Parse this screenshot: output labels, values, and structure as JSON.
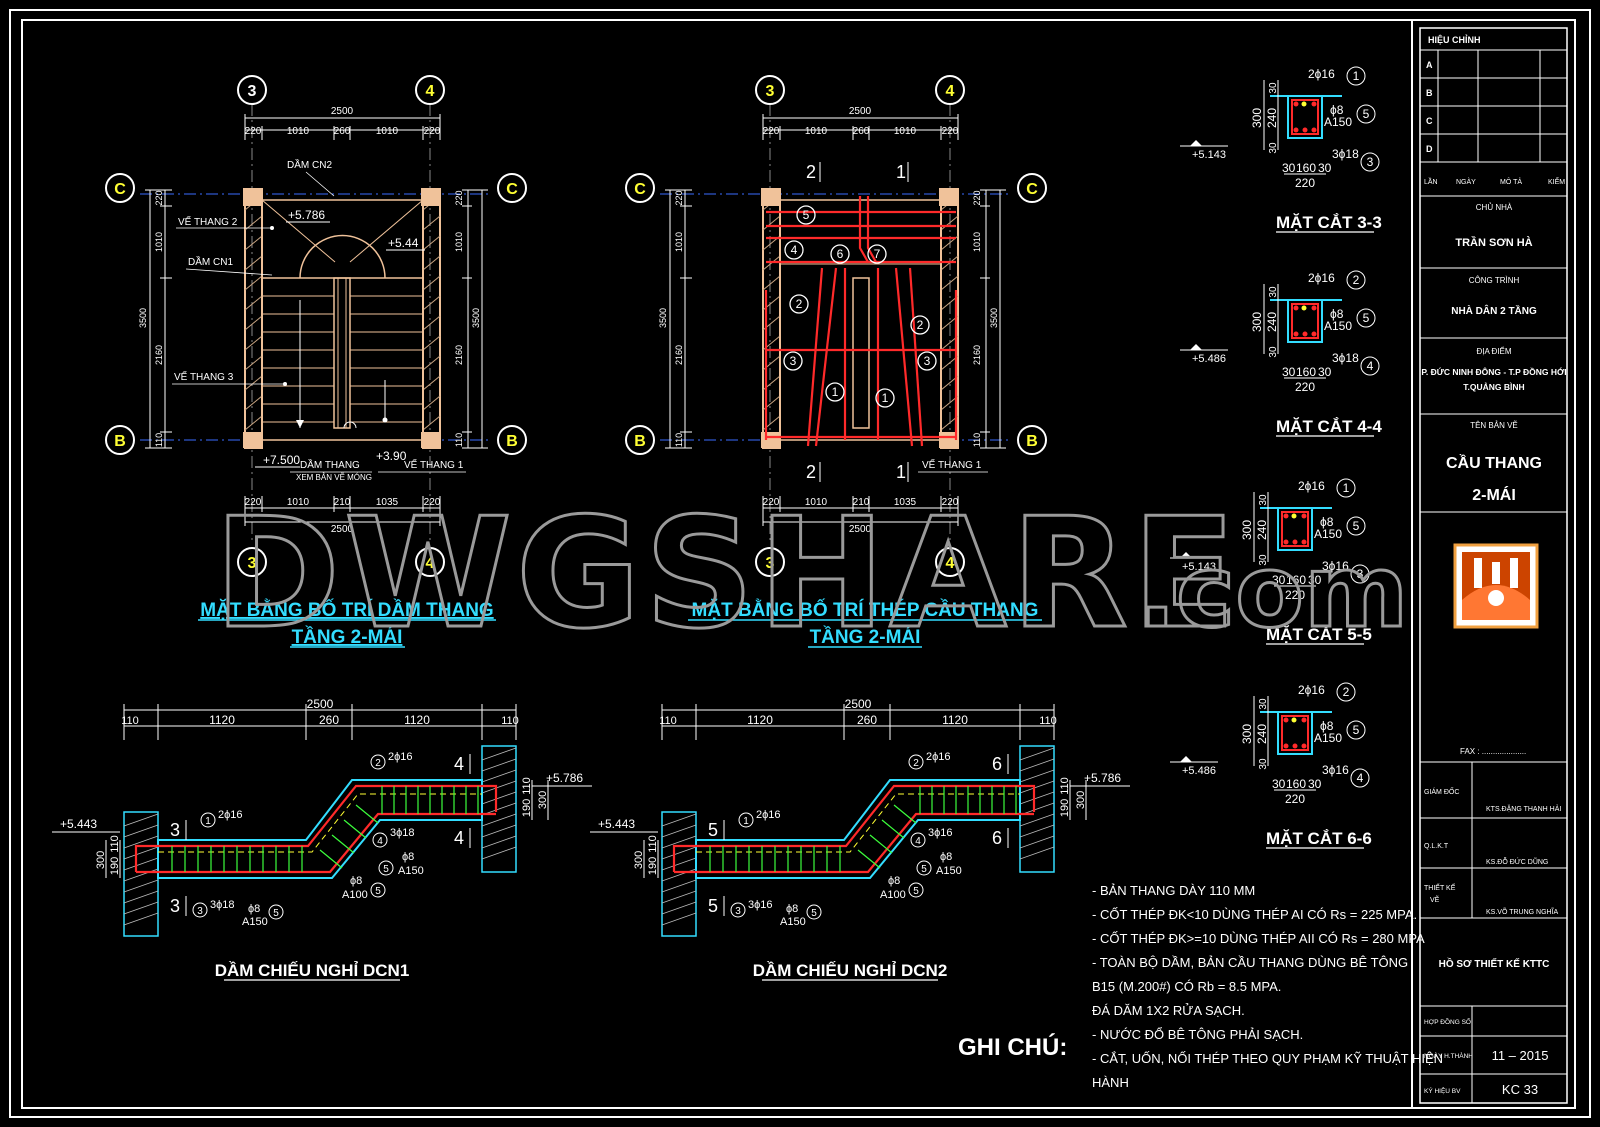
{
  "watermark": {
    "text": "DWGSHARE",
    "suffix": ".com"
  },
  "plan_left": {
    "title_line1": "MẶT BẰNG BỐ TRÍ DẦM THANG",
    "title_line2": "TẦNG 2-MÁI",
    "dim_total_top": "2500",
    "dims_top": [
      "220",
      "1010",
      "260",
      "1010",
      "220"
    ],
    "dim_total_bottom": "2500",
    "dims_bottom": [
      "220",
      "1010",
      "210",
      "1035",
      "220"
    ],
    "dims_left": [
      "220",
      "1010",
      "2160",
      "110"
    ],
    "dim_left_total": "3500",
    "dims_right": [
      "220",
      "1010",
      "2160",
      "110"
    ],
    "dim_right_total": "3500",
    "labels": {
      "dam_cn2": "DẦM CN2",
      "ve_thang2": "VẾ THANG 2",
      "dam_cn1": "DẦM CN1",
      "ve_thang3": "VẾ THANG 3",
      "dam_thang": "DẦM THANG",
      "xem_ban_ve": "XEM BẢN VẼ MÓNG",
      "ve_thang1": "VẾ THANG 1"
    },
    "levels": [
      "+5.786",
      "+5.44",
      "+7.500",
      "+3.90"
    ]
  },
  "plan_right": {
    "title_line1": "MẶT BẰNG BỐ TRÍ THÉP CẦU THANG",
    "title_line2": "TẦNG 2-MÁI",
    "dim_total_top": "2500",
    "dims_top": [
      "220",
      "1010",
      "260",
      "1010",
      "220"
    ],
    "dim_total_bottom": "2500",
    "dims_bottom": [
      "220",
      "1010",
      "210",
      "1035",
      "220"
    ],
    "dims_left": [
      "220",
      "1010",
      "2160",
      "110"
    ],
    "dim_left_total": "3500",
    "dims_right": [
      "220",
      "1010",
      "2160",
      "110"
    ],
    "dim_right_total": "3500",
    "section_marks": [
      "2",
      "1",
      "2",
      "1"
    ],
    "ve_thang1": "VẾ THANG 1",
    "bars": [
      "5",
      "4",
      "6",
      "7",
      "2",
      "2",
      "3",
      "3",
      "1",
      "1"
    ]
  },
  "grid": {
    "col_a": "3",
    "col_b": "4",
    "row_top": "C",
    "row_bottom": "B"
  },
  "sections": [
    {
      "title": "MẶT CẮT 3-3",
      "top_bar": "2ϕ16",
      "top_mark": "1",
      "stirrup": "ϕ8",
      "spacing": "A150",
      "st_mark": "5",
      "bot_bar": "3ϕ18",
      "bot_mark": "3",
      "level": "+5.143",
      "h": [
        "300",
        "240",
        "30",
        "30"
      ],
      "w": [
        "30",
        "160",
        "30"
      ],
      "w_total": "220"
    },
    {
      "title": "MẶT CẮT 4-4",
      "top_bar": "2ϕ16",
      "top_mark": "2",
      "stirrup": "ϕ8",
      "spacing": "A150",
      "st_mark": "5",
      "bot_bar": "3ϕ18",
      "bot_mark": "4",
      "level": "+5.486",
      "h": [
        "300",
        "240",
        "30",
        "30"
      ],
      "w": [
        "30",
        "160",
        "30"
      ],
      "w_total": "220"
    },
    {
      "title": "MẶT CẮT 5-5",
      "top_bar": "2ϕ16",
      "top_mark": "1",
      "stirrup": "ϕ8",
      "spacing": "A150",
      "st_mark": "5",
      "bot_bar": "3ϕ16",
      "bot_mark": "3",
      "level": "+5.143",
      "h": [
        "300",
        "240",
        "30",
        "30"
      ],
      "w": [
        "30",
        "160",
        "30"
      ],
      "w_total": "220"
    },
    {
      "title": "MẶT CẮT 6-6",
      "top_bar": "2ϕ16",
      "top_mark": "2",
      "stirrup": "ϕ8",
      "spacing": "A150",
      "st_mark": "5",
      "bot_bar": "3ϕ16",
      "bot_mark": "4",
      "level": "+5.486",
      "h": [
        "300",
        "240",
        "30",
        "30"
      ],
      "w": [
        "30",
        "160",
        "30"
      ],
      "w_total": "220"
    }
  ],
  "beams": [
    {
      "title": "DẦM CHIẾU NGHỈ DCN1",
      "dim_total": "2500",
      "dims": [
        "110",
        "1120",
        "260",
        "1120",
        "110"
      ],
      "sec_a": "3",
      "sec_b": "4",
      "top_bar": "2ϕ16",
      "top_mark": "2",
      "bar1": "2ϕ16",
      "bar1_mark": "1",
      "bar3": "3ϕ18",
      "bar3_mark": "3",
      "bar4": "3ϕ18",
      "bar4_mark": "4",
      "st1": "ϕ8",
      "st1_sp": "A100",
      "st2": "ϕ8",
      "st2_sp": "A150",
      "st_mark": "5",
      "level_left": "+5.443",
      "level_right": "+5.786",
      "h_left": [
        "300",
        "190",
        "110"
      ],
      "h_right": [
        "190",
        "110",
        "300"
      ]
    },
    {
      "title": "DẦM CHIẾU NGHỈ DCN2",
      "dim_total": "2500",
      "dims": [
        "110",
        "1120",
        "260",
        "1120",
        "110"
      ],
      "sec_a": "5",
      "sec_b": "6",
      "top_bar": "2ϕ16",
      "top_mark": "2",
      "bar1": "2ϕ16",
      "bar1_mark": "1",
      "bar3": "3ϕ16",
      "bar3_mark": "3",
      "bar4": "3ϕ16",
      "bar4_mark": "4",
      "st1": "ϕ8",
      "st1_sp": "A100",
      "st2": "ϕ8",
      "st2_sp": "A150",
      "st_mark": "5",
      "level_left": "+5.443",
      "level_right": "+5.786",
      "h_left": [
        "300",
        "190",
        "110"
      ],
      "h_right": [
        "190",
        "110",
        "300"
      ]
    }
  ],
  "notes": {
    "title": "GHI CHÚ:",
    "lines": [
      "- BẢN THANG DÀY 110 MM",
      "- CỐT THÉP ĐK<10 DÙNG THÉP AI CÓ Rs = 225 MPA.",
      "- CỐT THÉP ĐK>=10 DÙNG THÉP AII CÓ Rs = 280 MPA",
      "- TOÀN BỘ DẦM, BẢN CẦU THANG DÙNG BÊ TÔNG",
      "B15 (M.200#) CÓ Rb = 8.5 MPA.",
      "ĐÁ DĂM 1X2 RỬA SẠCH.",
      "- NƯỚC ĐỔ BÊ TÔNG PHẢI SẠCH.",
      "- CẮT, UỐN, NỐI THÉP THEO QUY PHẠM KỸ THUẬT HIỆN",
      "HÀNH"
    ]
  },
  "title_block": {
    "revision_header": "HIỆU CHỈNH",
    "revisions": [
      "A",
      "B",
      "C",
      "D"
    ],
    "rev_cols": [
      "LẦN",
      "NGÀY",
      "MÔ TẢ",
      "KIỂM"
    ],
    "owner_label": "CHỦ NHÀ",
    "owner": "TRẦN SƠN HÀ",
    "project_label": "CÔNG TRÌNH",
    "project": "NHÀ DÂN 2 TẦNG",
    "location_label": "ĐỊA ĐIỂM",
    "location_1": "P. ĐỨC NINH ĐÔNG - T.P ĐỒNG HỚI",
    "location_2": "T.QUẢNG BÌNH",
    "drawing_label": "TÊN BẢN VẼ",
    "drawing_1": "CẦU THANG",
    "drawing_2": "2-MÁI",
    "fax": "FAX : ....................",
    "director_label": "GIÁM ĐỐC",
    "director": "KTS.ĐẶNG THANH HẢI",
    "qlkt_label": "Q.L.K.T",
    "qlkt": "KS.ĐỖ ĐỨC DŨNG",
    "design_label_1": "THIẾT KẾ",
    "design_label_2": "VẼ",
    "designer": "KS.VÕ TRUNG NGHĨA",
    "stage": "HỒ SƠ THIẾT KẾ KTTC",
    "contract_label": "HỢP ĐỒNG SỐ",
    "date_label": "NGÀY H.THÀNH",
    "date": "11 – 2015",
    "code_label": "KÝ HIỆU BV",
    "code": "KC 33"
  },
  "colors": {
    "cyan": "#33ddff",
    "red": "#ff2a2a",
    "wall": "#f0c29a",
    "yellow": "#ffff33",
    "green": "#3cff3c"
  }
}
